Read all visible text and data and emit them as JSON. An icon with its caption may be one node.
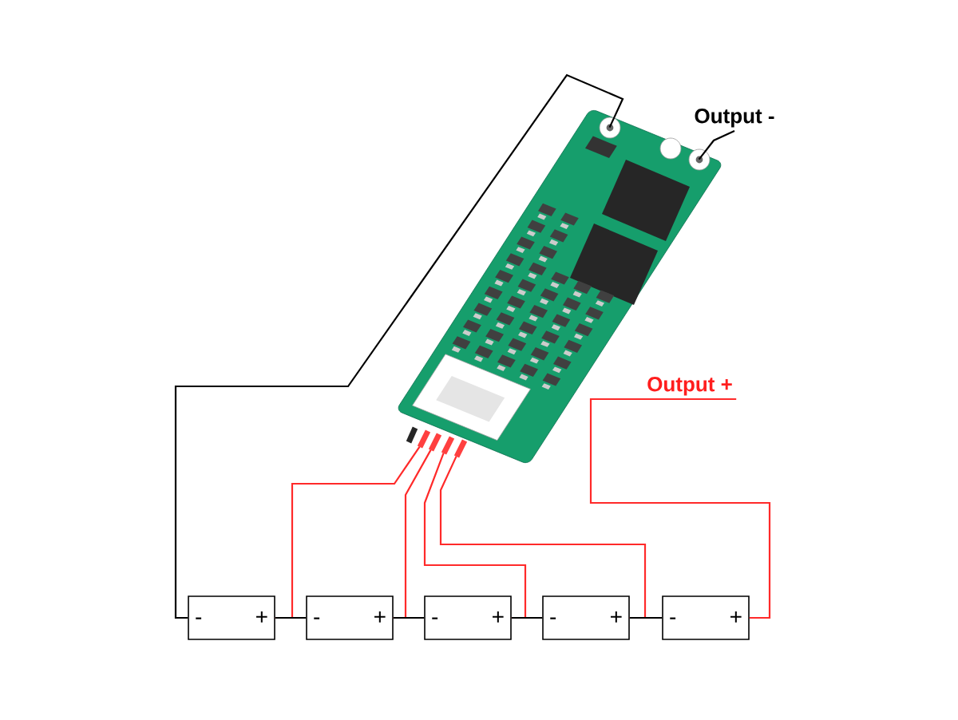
{
  "diagram": {
    "nodes": [
      {
        "text": [],
        "shape": "picture"
      },
      {
        "text": [
          "Output -"
        ]
      },
      {
        "text": [
          "Output +"
        ]
      },
      {
        "text": [
          "-",
          "+"
        ]
      },
      {
        "text": [
          "-",
          "+"
        ]
      },
      {
        "text": [
          "-",
          "+"
        ]
      },
      {
        "text": [
          "-",
          "+"
        ]
      },
      {
        "text": [
          "-",
          "+"
        ]
      }
    ],
    "edges": [
      {
        "from": 3,
        "to": 0,
        "arrow": "none"
      },
      {
        "from": 0,
        "to": 1,
        "arrow": "none"
      },
      {
        "from": 0,
        "to": 3,
        "arrow": "none",
        "color": "#ff2a2a"
      },
      {
        "from": 0,
        "to": 4,
        "arrow": "none",
        "color": "#ff2a2a"
      },
      {
        "from": 0,
        "to": 5,
        "arrow": "none",
        "color": "#ff2a2a"
      },
      {
        "from": 0,
        "to": 6,
        "arrow": "none",
        "color": "#ff2a2a"
      },
      {
        "from": 7,
        "to": 2,
        "arrow": "none",
        "color": "#ff2a2a"
      },
      {
        "from": 3,
        "to": 4,
        "arrow": "none"
      },
      {
        "from": 4,
        "to": 5,
        "arrow": "none"
      },
      {
        "from": 5,
        "to": 6,
        "arrow": "none"
      },
      {
        "from": 6,
        "to": 7,
        "arrow": "none"
      }
    ]
  }
}
